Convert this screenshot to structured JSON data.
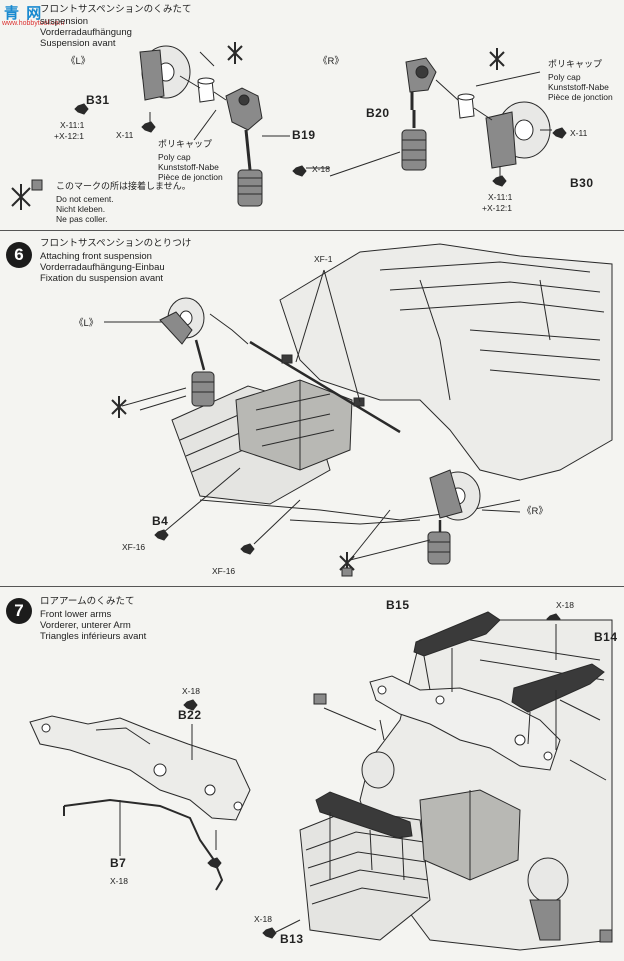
{
  "logo": {
    "mark": "青 网",
    "url": "www.hobbytool.com"
  },
  "step5": {
    "title_jp": "フロントサスペンションのくみたて",
    "title_en": "suspension",
    "title_de": "Vorderradaufhängung",
    "title_fr": "Suspension avant",
    "left_label": "《L》",
    "right_label": "《R》",
    "parts": {
      "b31": "B31",
      "b19": "B19",
      "b20": "B20",
      "b30": "B30"
    },
    "screws": {
      "x11_left": "X-11",
      "x18": "X-18",
      "x11_right": "X-11",
      "x11_12_left_a": "X-11:1",
      "x11_12_left_b": "+X-12:1",
      "x11_12_right_a": "X-11:1",
      "x11_12_right_b": "+X-12:1"
    },
    "polycap_left": {
      "jp": "ポリキャップ",
      "en": "Poly cap",
      "de": "Kunststoff-Nabe",
      "fr": "Pièce de jonction"
    },
    "polycap_right": {
      "jp": "ポリキャップ",
      "en": "Poly cap",
      "de": "Kunststoff-Nabe",
      "fr": "Pièce de jonction"
    },
    "no_cement": {
      "jp": "このマークの所は接着しません。",
      "en": "Do not cement.",
      "de": "Nicht kleben.",
      "fr": "Ne pas coller."
    }
  },
  "step6": {
    "number": "6",
    "title_jp": "フロントサスペンションのとりつけ",
    "title_en": "Attaching front suspension",
    "title_de": "Vorderradaufhängung-Einbau",
    "title_fr": "Fixation du suspension avant",
    "left_label": "《L》",
    "right_label": "《R》",
    "parts": {
      "b4": "B4"
    },
    "screws": {
      "xf1": "XF-1",
      "xf16_a": "XF-16",
      "xf16_b": "XF-16"
    }
  },
  "step7": {
    "number": "7",
    "title_jp": "ロアアームのくみたて",
    "title_en": "Front lower arms",
    "title_de": "Vorderer, unterer Arm",
    "title_fr": "Triangles inférieurs avant",
    "parts": {
      "b15": "B15",
      "b14": "B14",
      "b22": "B22",
      "b7": "B7",
      "b13": "B13"
    },
    "screws": {
      "x18_b22": "X-18",
      "x18_b15": "X-18",
      "x18_b7": "X-18",
      "x18_b13": "X-18"
    }
  },
  "colors": {
    "line": "#2a2a2a",
    "part_fill": "#8a8a8a",
    "dark_part": "#3a3a3a",
    "paper": "#f4f4f1"
  }
}
